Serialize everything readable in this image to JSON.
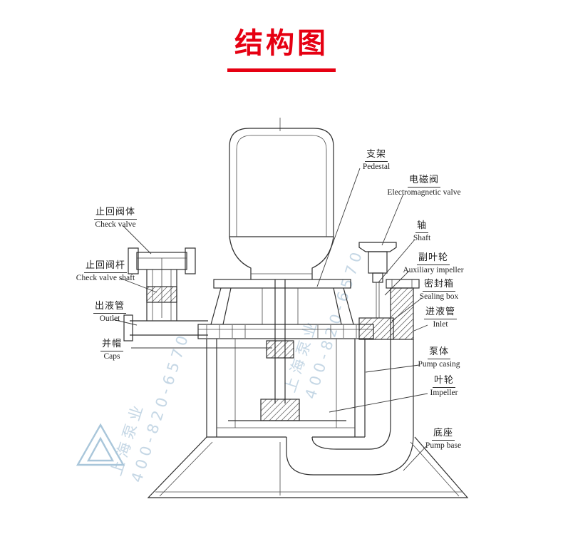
{
  "title": "结构图",
  "accent_color": "#e60012",
  "line_color": "#2e2e2e",
  "watermark": {
    "company": "上海泵业",
    "phone": "400-820-6570",
    "color": "#9ab6d0"
  },
  "labels": {
    "pedestal": {
      "zh": "支架",
      "en": "Pedestal"
    },
    "electromagnetic_valve": {
      "zh": "电磁阀",
      "en": "Electromagnetic valve"
    },
    "shaft": {
      "zh": "轴",
      "en": "Shaft"
    },
    "auxiliary_impeller": {
      "zh": "副叶轮",
      "en": "Auxiliary impeller"
    },
    "sealing_box": {
      "zh": "密封箱",
      "en": "Sealing box"
    },
    "inlet": {
      "zh": "进液管",
      "en": "Inlet"
    },
    "pump_casing": {
      "zh": "泵体",
      "en": "Pump casing"
    },
    "impeller": {
      "zh": "叶轮",
      "en": "Impeller"
    },
    "pump_base": {
      "zh": "底座",
      "en": "Pump base"
    },
    "check_valve": {
      "zh": "止回阀体",
      "en": "Check valve"
    },
    "check_valve_shaft": {
      "zh": "止回阀杆",
      "en": "Check valve shaft"
    },
    "outlet": {
      "zh": "出液管",
      "en": "Outlet"
    },
    "caps": {
      "zh": "并帽",
      "en": "Caps"
    }
  }
}
